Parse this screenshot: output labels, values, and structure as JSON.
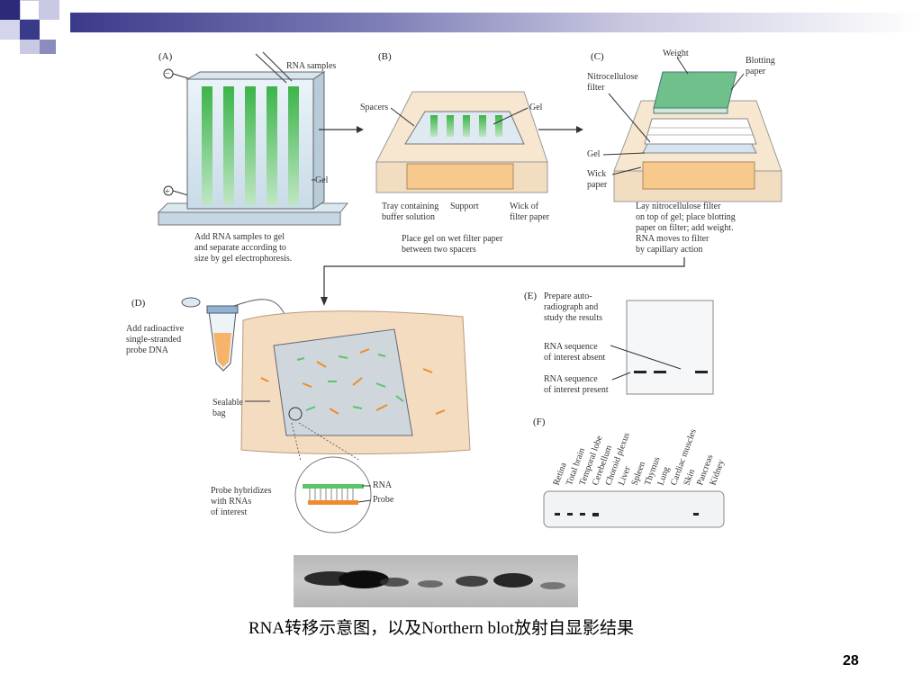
{
  "panels": {
    "a": {
      "letter": "(A)",
      "rna_samples": "RNA samples",
      "minus": "−",
      "plus": "+",
      "gel": "Gel",
      "caption": [
        "Add RNA samples to gel",
        "and separate according to",
        "size by gel electrophoresis."
      ]
    },
    "b": {
      "letter": "(B)",
      "spacers": "Spacers",
      "gel": "Gel",
      "tray": [
        "Tray containing",
        "buffer solution"
      ],
      "support": "Support",
      "wick": [
        "Wick of",
        "filter paper"
      ],
      "caption": [
        "Place gel on wet filter paper",
        "between two spacers"
      ]
    },
    "c": {
      "letter": "(C)",
      "weight": "Weight",
      "blotting": [
        "Blotting",
        "paper"
      ],
      "nitro": [
        "Nitrocellulose",
        "filter"
      ],
      "gel": "Gel",
      "wick": [
        "Wick",
        "paper"
      ],
      "caption": [
        "Lay nitrocellulose filter",
        "on top of gel; place blotting",
        "paper on filter; add weight.",
        "RNA moves to filter",
        "by capillary action"
      ]
    },
    "d": {
      "letter": "(D)",
      "probe_add": [
        "Add radioactive",
        "single-stranded",
        "probe DNA"
      ],
      "bag": [
        "Sealable",
        "bag"
      ],
      "hybrid": [
        "Probe hybridizes",
        "with RNAs",
        "of interest"
      ],
      "rna": "RNA",
      "probe": "Probe"
    },
    "e": {
      "letter": "(E)",
      "title": [
        "Prepare auto-",
        "radiograph and",
        "study the results"
      ],
      "absent": [
        "RNA sequence",
        "of interest absent"
      ],
      "present": [
        "RNA sequence",
        "of interest present"
      ]
    },
    "f": {
      "letter": "(F)",
      "lanes": [
        "Retina",
        "Total brain",
        "Temporal lobe",
        "Cerebellum",
        "Choroid plexus",
        "Liver",
        "Spleen",
        "Thymus",
        "Lung",
        "Cardiac muscles",
        "Skin",
        "Pancreas",
        "Kidney"
      ]
    }
  },
  "caption": "RNA转移示意图，以及Northern blot放射自显影结果",
  "page_number": "28",
  "colors": {
    "header_dark": "#3a3a8a",
    "gel_green": "#5cc46b",
    "tray_tan": "#f2ddc0",
    "probe_orange": "#f08a2a"
  }
}
